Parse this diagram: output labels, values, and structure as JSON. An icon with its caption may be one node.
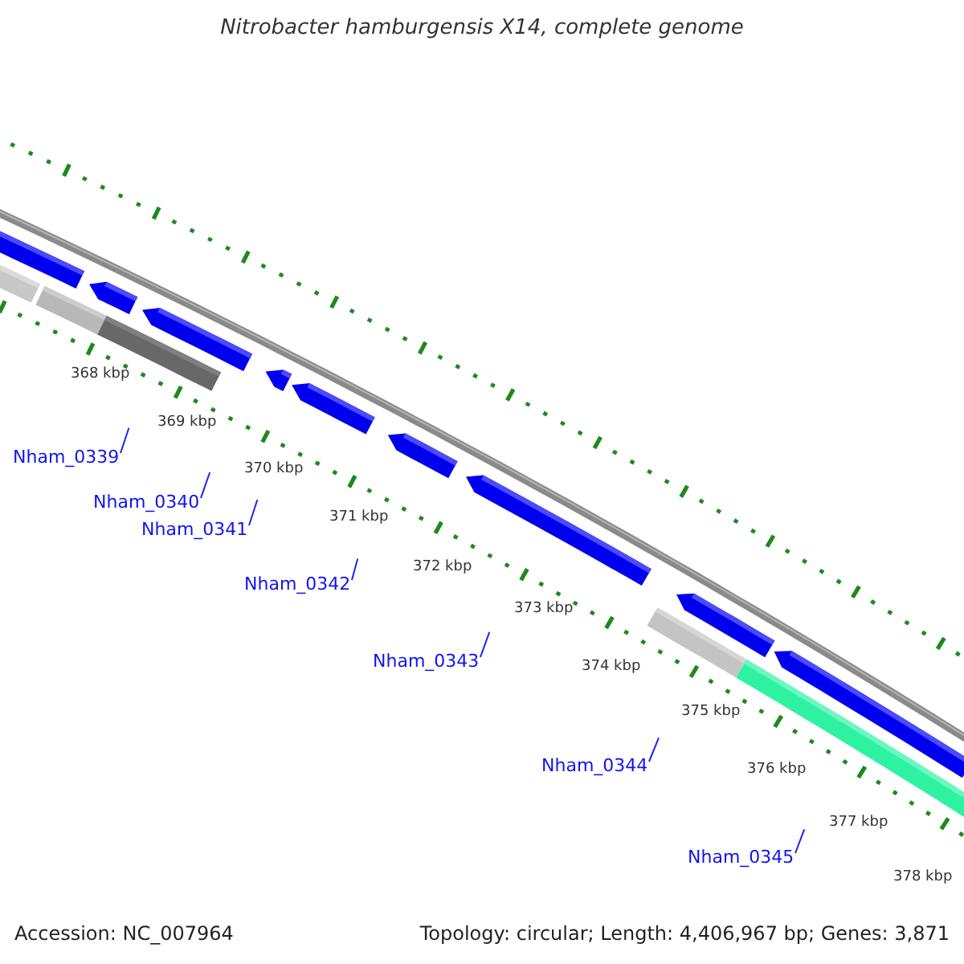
{
  "diagram": {
    "title": "Nitrobacter hamburgensis X14, complete genome",
    "nodes": [
      {
        "text": [
          "Nham_0339"
        ]
      },
      {
        "text": [
          "Nham_0340"
        ]
      },
      {
        "text": [
          "Nham_0341"
        ]
      },
      {
        "text": [
          "Nham_0342"
        ]
      },
      {
        "text": [
          "Nham_0343"
        ]
      },
      {
        "text": [
          "Nham_0344"
        ]
      },
      {
        "text": [
          "Nham_0345"
        ]
      }
    ],
    "edges": [
      {
        "from": 0,
        "to": null,
        "arrow": "none"
      },
      {
        "from": 1,
        "to": null,
        "arrow": "none"
      },
      {
        "from": 2,
        "to": null,
        "arrow": "none"
      },
      {
        "from": 3,
        "to": null,
        "arrow": "none"
      },
      {
        "from": 4,
        "to": null,
        "arrow": "none"
      },
      {
        "from": 5,
        "to": null,
        "arrow": "none"
      },
      {
        "from": 6,
        "to": null,
        "arrow": "none"
      }
    ],
    "labels": [
      "368 kbp",
      "369 kbp",
      "370 kbp",
      "371 kbp",
      "372 kbp",
      "373 kbp",
      "374 kbp",
      "375 kbp",
      "376 kbp",
      "377 kbp",
      "378 kbp",
      "Accession: NC_007964",
      "Topology: circular; Length: 4,406,967 bp; Genes: 3,871"
    ]
  }
}
